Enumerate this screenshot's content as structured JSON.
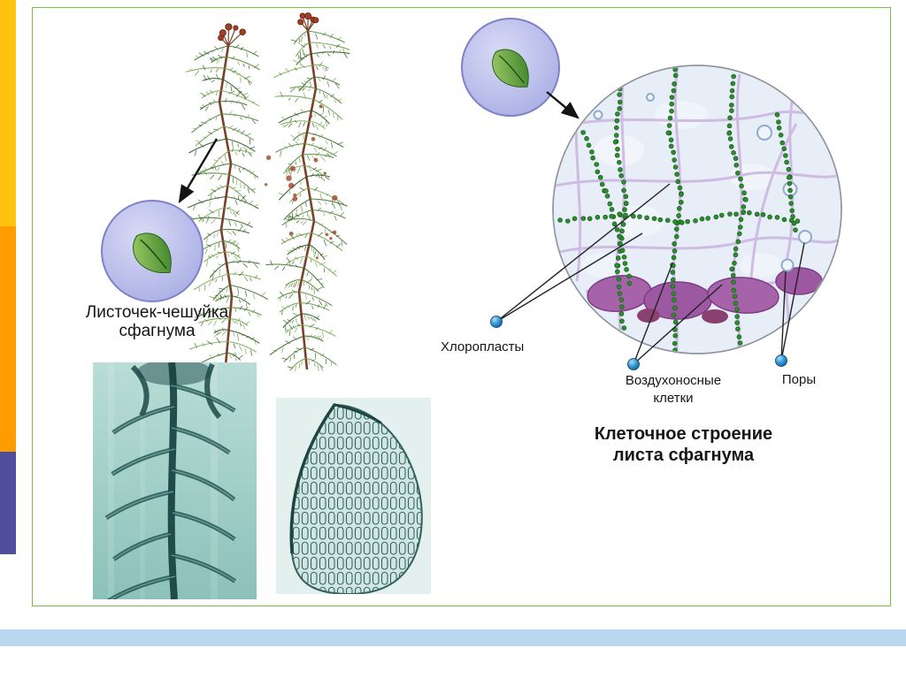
{
  "slide": {
    "leaf_scale_caption": {
      "line1": "Листочек-чешуйка",
      "line2": "сфагнума"
    },
    "cell_labels": {
      "chloroplasts": "Хлоропласты",
      "air_cells": {
        "line1": "Воздухоносные",
        "line2": "клетки"
      },
      "pores": "Поры"
    },
    "cell_caption": {
      "line1": "Клеточное строение",
      "line2": "листа сфагнума"
    }
  },
  "colors": {
    "sidebar_yellow": "#ffc20e",
    "sidebar_orange": "#ff9d00",
    "sidebar_navy": "#4f4f9e",
    "footer_band": "#b9d7ee",
    "slide_border": "#76bf4a"
  }
}
